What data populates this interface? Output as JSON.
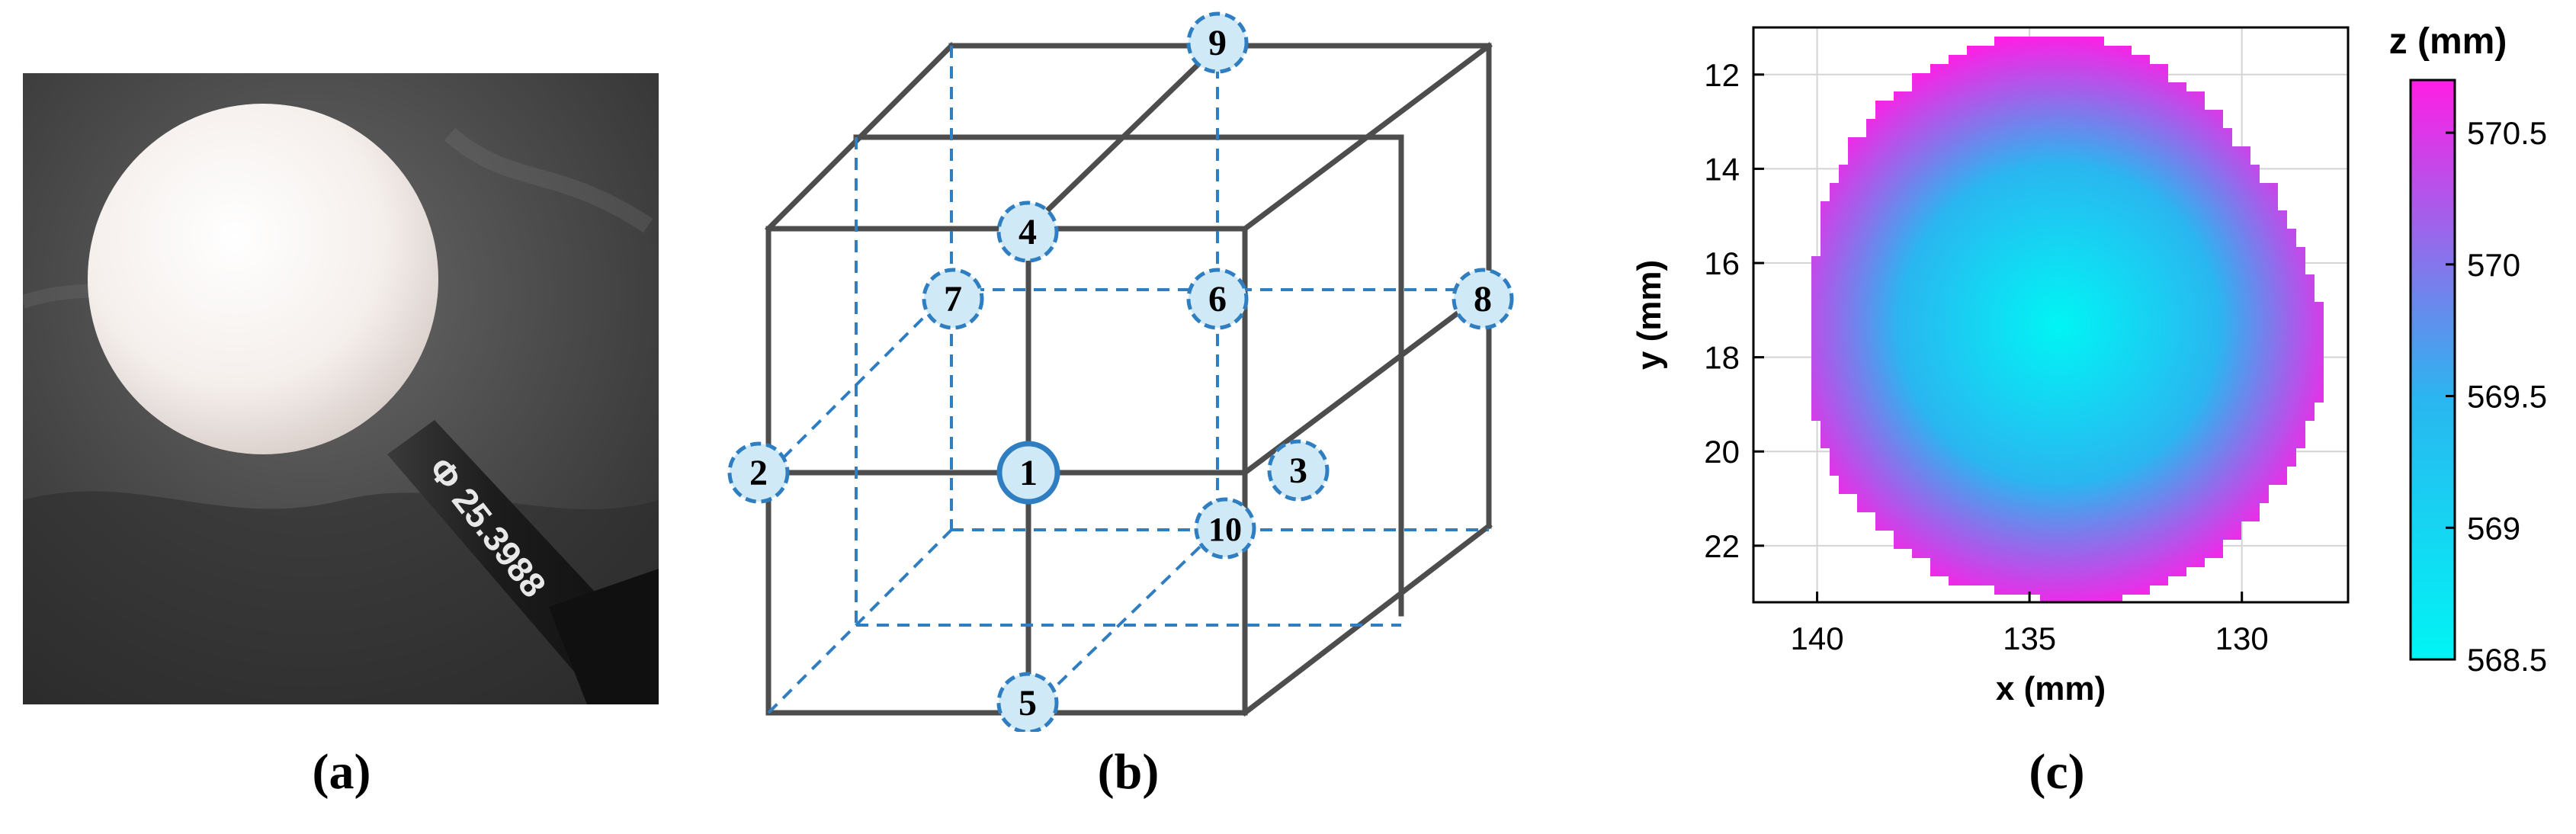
{
  "panel_a": {
    "caption": "(a)",
    "engraving": "Φ 25.3988"
  },
  "panel_b": {
    "caption": "(b)",
    "nodes": [
      "1",
      "2",
      "3",
      "4",
      "5",
      "6",
      "7",
      "8",
      "9",
      "10"
    ]
  },
  "panel_c": {
    "caption": "(c)",
    "colorbar_title": "z (mm)",
    "colors": {
      "low": "#00f5f5",
      "mid": "#2ab6f0",
      "high": "#ff1ee6",
      "axis": "#000000"
    }
  },
  "chart_data": {
    "type": "heatmap",
    "xlabel": "x (mm)",
    "ylabel": "y (mm)",
    "xlim": [
      141.5,
      127.5
    ],
    "ylim": [
      11,
      23.2
    ],
    "x_reversed": true,
    "y_reversed": true,
    "xticks": [
      140,
      135,
      130
    ],
    "yticks": [
      12,
      14,
      16,
      18,
      20,
      22
    ],
    "grid": true,
    "colorbar": {
      "title": "z (mm)",
      "range": [
        568.5,
        570.7
      ],
      "ticks": [
        568.5,
        569,
        569.5,
        570,
        570.5
      ],
      "tick_labels": [
        "568.5",
        "569",
        "569.5",
        "570",
        "570.5"
      ]
    },
    "surface": {
      "center_x": 134.3,
      "center_y": 17.3,
      "radius": 6.05,
      "z_center": 568.5,
      "z_edge": 570.7
    }
  }
}
